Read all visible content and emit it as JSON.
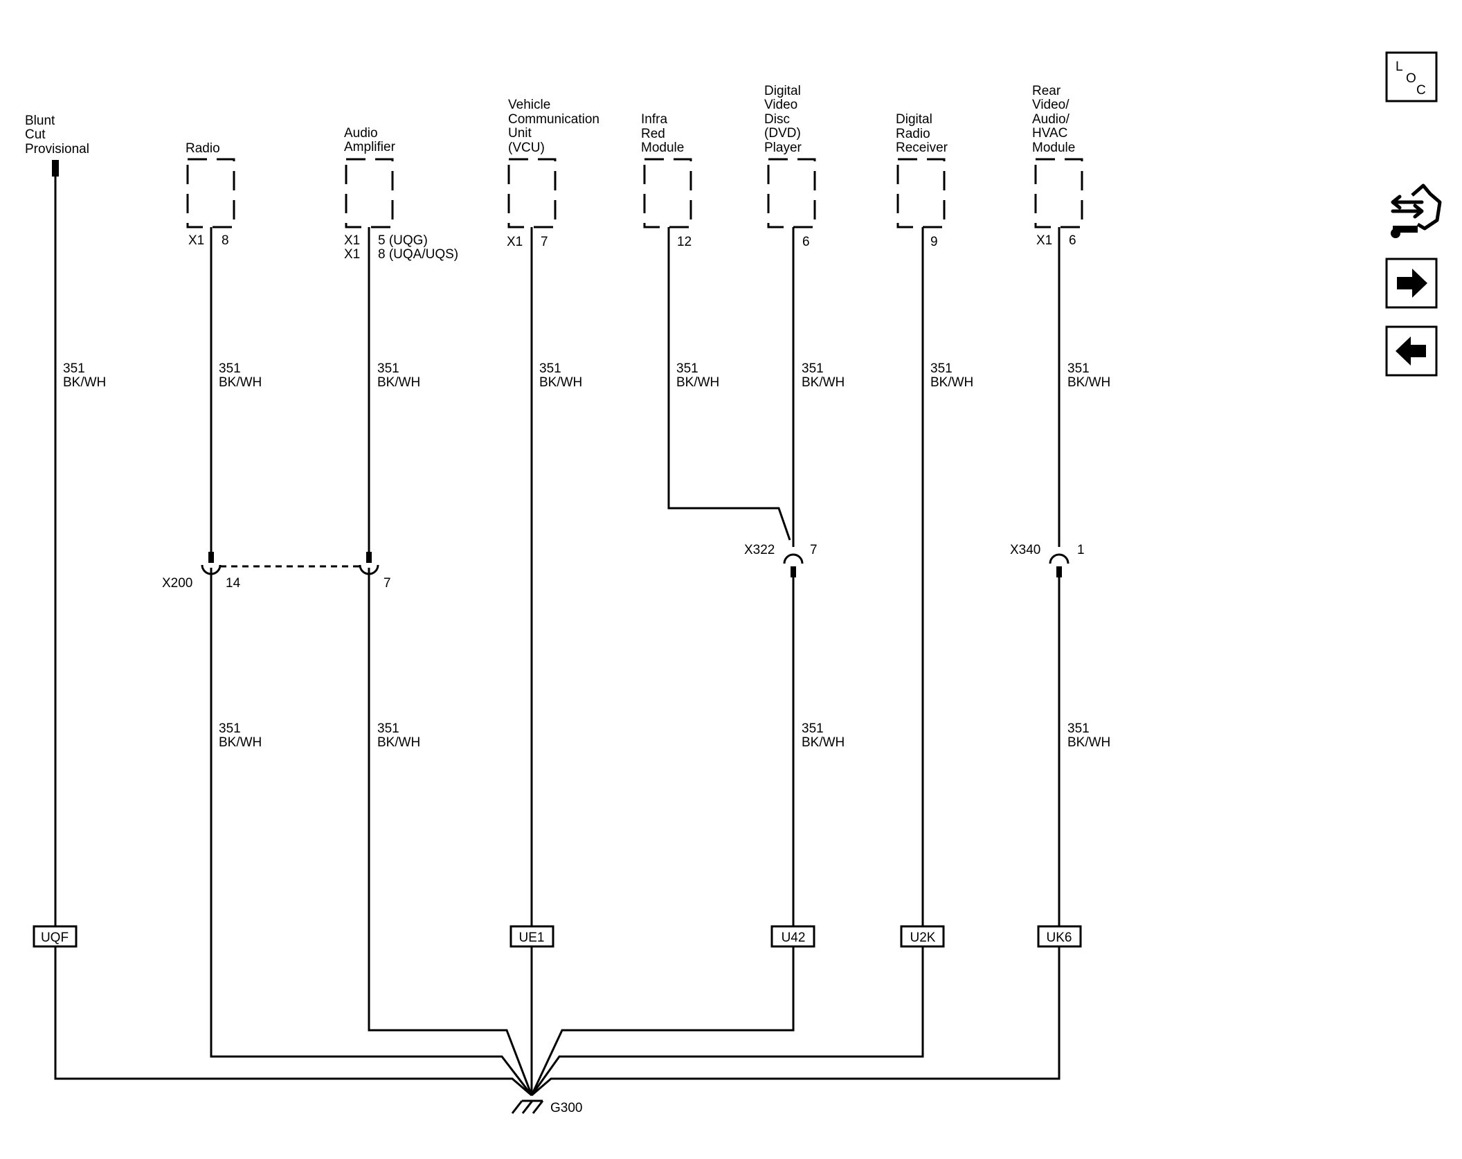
{
  "components": [
    {
      "key": "blunt",
      "lines": [
        "Blunt",
        "Cut",
        "Provisional"
      ]
    },
    {
      "key": "radio",
      "lines": [
        "Radio"
      ],
      "conn": "X1",
      "pin": "8"
    },
    {
      "key": "amp",
      "lines": [
        "Audio",
        "Amplifier"
      ],
      "conn": "X1",
      "pin": "5 (UQG)",
      "conn2": "X1",
      "pin2": "8 (UQA/UQS)"
    },
    {
      "key": "vcu",
      "lines": [
        "Vehicle",
        "Communication",
        "Unit",
        "(VCU)"
      ],
      "conn": "X1",
      "pin": "7"
    },
    {
      "key": "infra",
      "lines": [
        "Infra",
        "Red",
        "Module"
      ],
      "pin": "12"
    },
    {
      "key": "dvd",
      "lines": [
        "Digital",
        "Video",
        "Disc",
        "(DVD)",
        "Player"
      ],
      "pin": "6"
    },
    {
      "key": "drr",
      "lines": [
        "Digital",
        "Radio",
        "Receiver"
      ],
      "pin": "9"
    },
    {
      "key": "rear",
      "lines": [
        "Rear",
        "Video/",
        "Audio/",
        "HVAC",
        "Module"
      ],
      "conn": "X1",
      "pin": "6"
    }
  ],
  "wire": {
    "circuit": "351",
    "color": "BK/WH"
  },
  "inline_connectors": [
    {
      "key": "x200",
      "name": "X200",
      "pin": "14"
    },
    {
      "key": "amp_x200",
      "pin": "7"
    },
    {
      "key": "x322",
      "name": "X322",
      "pin": "7"
    },
    {
      "key": "x340",
      "name": "X340",
      "pin": "1"
    }
  ],
  "options": {
    "blunt": "UQF",
    "vcu": "UE1",
    "dvd": "U42",
    "drr": "U2K",
    "rear": "UK6"
  },
  "ground": {
    "name": "G300"
  },
  "nav": {
    "loc_letters": [
      "L",
      "O",
      "C"
    ],
    "icons": [
      "connector-end-view-icon",
      "next-page-arrow-icon",
      "previous-page-arrow-icon"
    ]
  }
}
